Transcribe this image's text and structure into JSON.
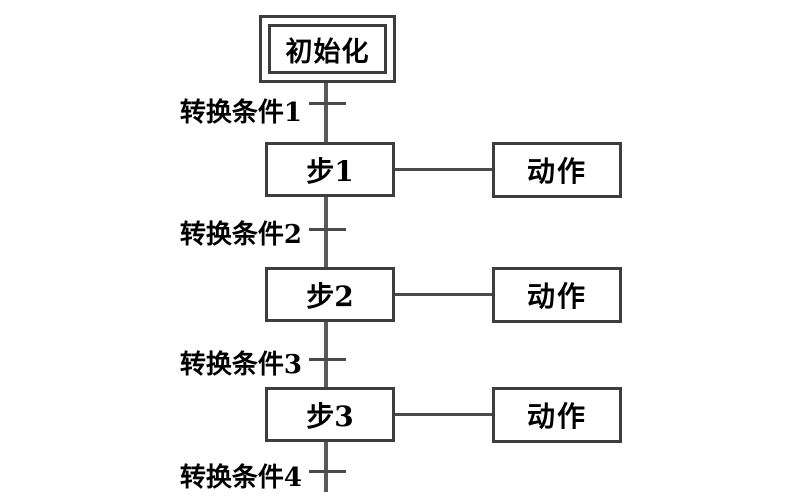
{
  "diagram": {
    "type": "sequential-function-chart",
    "initial_step": {
      "label": "初始化"
    },
    "steps": [
      {
        "label": "步1",
        "action": "动作"
      },
      {
        "label": "步2",
        "action": "动作"
      },
      {
        "label": "步3",
        "action": "动作"
      }
    ],
    "transitions": [
      {
        "label": "转换条件1"
      },
      {
        "label": "转换条件2"
      },
      {
        "label": "转换条件3"
      },
      {
        "label": "转换条件4"
      }
    ],
    "colors": {
      "background": "#ffffff",
      "box_border": "#3d3d3d",
      "flow_line": "#595959",
      "text": "#000000"
    }
  }
}
